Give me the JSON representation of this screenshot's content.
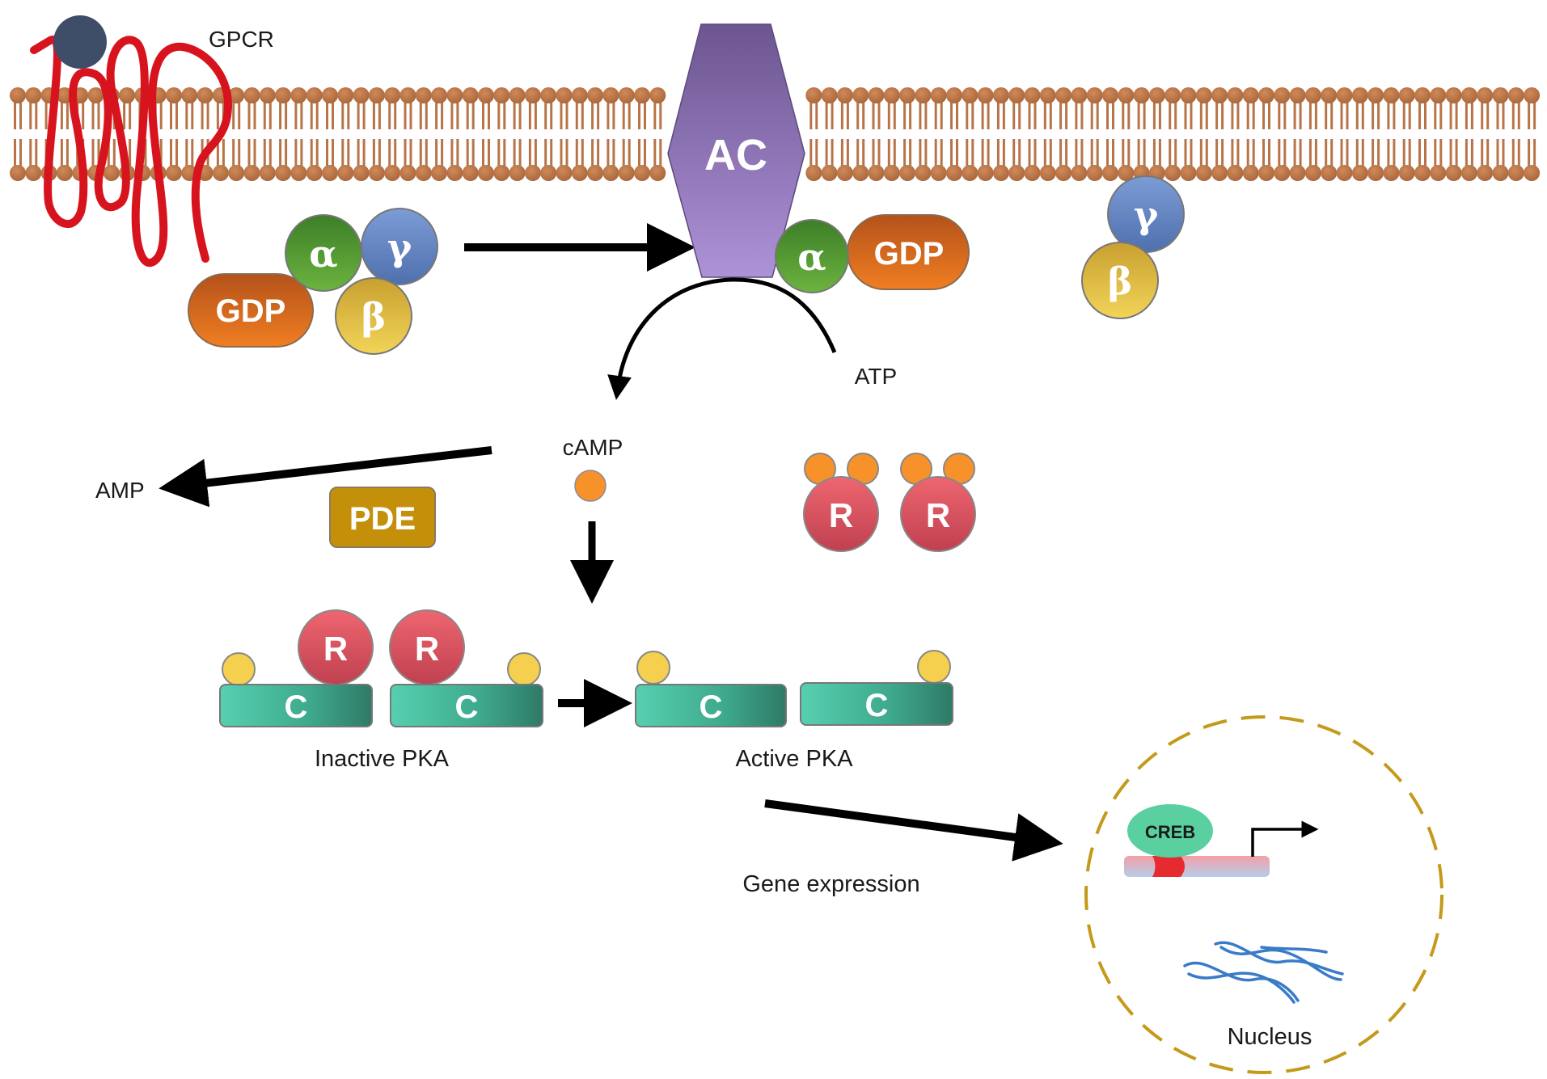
{
  "diagram": {
    "title": "cAMP/PKA/CREB signaling pathway",
    "colors": {
      "membrane": "#C07A4A",
      "gpcr": "#D7141E",
      "ligand": "#3E4E68",
      "ac_top": "#6C5590",
      "ac_bottom": "#AE92D8",
      "alpha": "#4E9A32",
      "beta": "#E8C040",
      "gamma": "#6A8CC8",
      "gdp": "#E0681A",
      "pde": "#C4900A",
      "camp": "#F7922A",
      "regulatory": "#E0505A",
      "catalytic": "#3EB394",
      "phosphate": "#F5D04E",
      "creb": "#5ACFA0",
      "nucleus_border": "#C49A1A",
      "dna": "#3A7BC8",
      "arrow": "#000000"
    },
    "labels": {
      "gpcr": "GPCR",
      "ac": "AC",
      "gdp_left": "GDP",
      "gdp_right": "GDP",
      "alpha_left": "α",
      "alpha_right": "α",
      "beta_left": "β",
      "beta_right": "β",
      "gamma_left": "γ",
      "gamma_right": "γ",
      "atp": "ATP",
      "camp": "cAMP",
      "amp": "AMP",
      "pde": "PDE",
      "r_free_1": "R",
      "r_free_2": "R",
      "r_inactive_1": "R",
      "r_inactive_2": "R",
      "c_inactive_1": "C",
      "c_inactive_2": "C",
      "c_active_1": "C",
      "c_active_2": "C",
      "inactive_pka": "Inactive PKA",
      "active_pka": "Active PKA",
      "gene_expression": "Gene expression",
      "creb": "CREB",
      "nucleus": "Nucleus"
    }
  }
}
